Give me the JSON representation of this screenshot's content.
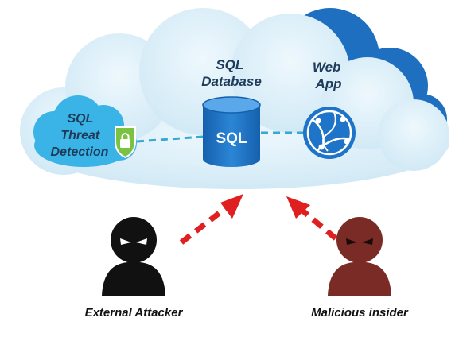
{
  "threat_detection": {
    "label_lines": [
      "SQL",
      "Threat",
      "Detection"
    ],
    "icon": "lock-shield-icon"
  },
  "sql_database": {
    "label_lines": [
      "SQL",
      "Database"
    ],
    "cylinder_text": "SQL",
    "icon": "database-cylinder-icon"
  },
  "web_app": {
    "label_lines": [
      "Web",
      "App"
    ],
    "icon": "globe-icon"
  },
  "actors": [
    {
      "label": "External Attacker",
      "color": "#111111",
      "icon": "hooded-attacker-icon"
    },
    {
      "label": "Malicious insider",
      "color": "#7a2b25",
      "icon": "hooded-insider-icon"
    }
  ],
  "colors": {
    "cloud_front": "#d9eef8",
    "cloud_back": "#1e6fc0",
    "threat_cloud": "#3ab3e6",
    "database": "#1a6fc0",
    "connector": "#39a8d0",
    "arrow": "#e02020",
    "lock": "#7cc242"
  }
}
